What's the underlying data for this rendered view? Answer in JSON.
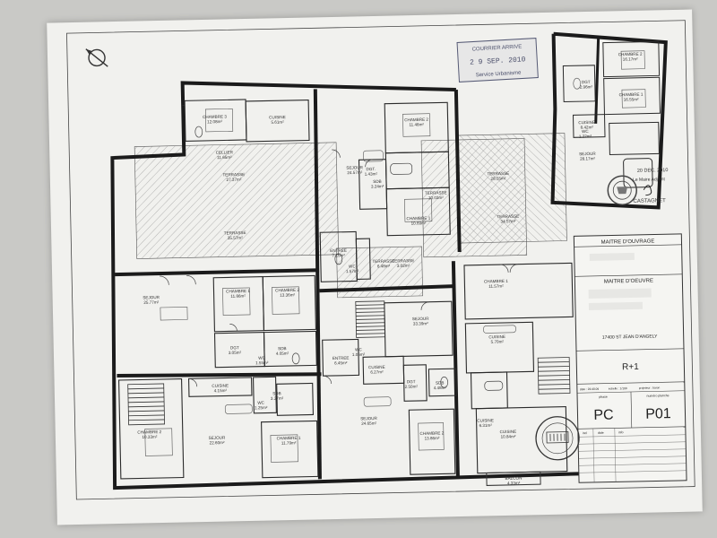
{
  "stamp_arrive": {
    "line1": "COURRIER ARRIVE",
    "date": "2 9 SEP. 2010",
    "line3": "Service Urbanisme"
  },
  "stamp_mayor": {
    "date": "20 DEC. 2010",
    "title": "Le Maire Adjoint",
    "name": "CASTAGNET"
  },
  "rooms": [
    {
      "name": "CHAMBRE 3",
      "area": "12.08m²"
    },
    {
      "name": "CUISINE",
      "area": "5.61m²"
    },
    {
      "name": "CHAMBRE 2",
      "area": "11.48m²"
    },
    {
      "name": "SEJOUR",
      "area": "24.57m²"
    },
    {
      "name": "DGT.",
      "area": "1.43m²"
    },
    {
      "name": "SDB",
      "area": "3.24m²"
    },
    {
      "name": "CHAMBRE 1",
      "area": "10.69m²"
    },
    {
      "name": "CELLIER",
      "area": "11.65m²"
    },
    {
      "name": "TERRASSE",
      "area": "27.37m²"
    },
    {
      "name": "TERRASSE",
      "area": "35.57m²"
    },
    {
      "name": "TERRASSE",
      "area": "10.03m²"
    },
    {
      "name": "TERRASSE",
      "area": "28.55m²"
    },
    {
      "name": "TERRASSE",
      "area": "34.57m²"
    },
    {
      "name": "ENTREE",
      "area": "7.15m²"
    },
    {
      "name": "WC",
      "area": "1.57m²"
    },
    {
      "name": "TERRASSE",
      "area": "6.48m²"
    },
    {
      "name": "TERRASSE",
      "area": "3.02m²"
    },
    {
      "name": "SEJOUR",
      "area": "25.77m²"
    },
    {
      "name": "CHAMBRE 1",
      "area": "11.86m²"
    },
    {
      "name": "CHAMBRE 2",
      "area": "13.36m²"
    },
    {
      "name": "SEJOUR",
      "area": "33.39m²"
    },
    {
      "name": "DGT",
      "area": "3.05m²"
    },
    {
      "name": "SDB",
      "area": "4.05m²"
    },
    {
      "name": "WC",
      "area": "1.55m²"
    },
    {
      "name": "CHAMBRE 1",
      "area": "11.57m²"
    },
    {
      "name": "CUISINE",
      "area": "5.70m²"
    },
    {
      "name": "ENTREE",
      "area": "6.45m²"
    },
    {
      "name": "WC",
      "area": "1.06m²"
    },
    {
      "name": "CUISINE",
      "area": "6.27m²"
    },
    {
      "name": "CUISINE",
      "area": "4.15m²"
    },
    {
      "name": "SDB",
      "area": "3.37m²"
    },
    {
      "name": "WC",
      "area": "1.25m²"
    },
    {
      "name": "DGT",
      "area": "2.50m²"
    },
    {
      "name": "SDB",
      "area": "4.48m²"
    },
    {
      "name": "CUISINE",
      "area": "6.31m²"
    },
    {
      "name": "SEJOUR",
      "area": "22.60m²"
    },
    {
      "name": "CHAMBRE 1",
      "area": "11.79m²"
    },
    {
      "name": "SEJOUR",
      "area": "24.65m²"
    },
    {
      "name": "CHAMBRE 2",
      "area": "13.86m²"
    },
    {
      "name": "CUISINE",
      "area": "10.84m²"
    },
    {
      "name": "CHAMBRE 2",
      "area": "10.33m²"
    },
    {
      "name": "BALCON",
      "area": "4.33m²"
    },
    {
      "name": "CHAMBRE 2",
      "area": "16.17m²"
    },
    {
      "name": "CHAMBRE 1",
      "area": "16.55m²"
    },
    {
      "name": "SEJOUR",
      "area": "28.17m²"
    },
    {
      "name": "CUISINE",
      "area": "8.42m²"
    },
    {
      "name": "DGT",
      "area": "2.96m²"
    },
    {
      "name": "WC",
      "area": "1.22m²"
    }
  ],
  "title_block": {
    "owner_label": "MAITRE D'OUVRAGE",
    "architect_label": "MAITRE D'OEUVRE",
    "address": "17400 ST JEAN D'ANGELY",
    "level": "R+1",
    "meta_headers": [
      "date : 23.08.09",
      "échelle : 1/100",
      "projeteur : baron"
    ],
    "phase_label": "phase",
    "sheet_label": "numéro planche",
    "phase": "PC",
    "sheet": "P01",
    "rev_headers": [
      "ind",
      "date",
      "info"
    ]
  }
}
